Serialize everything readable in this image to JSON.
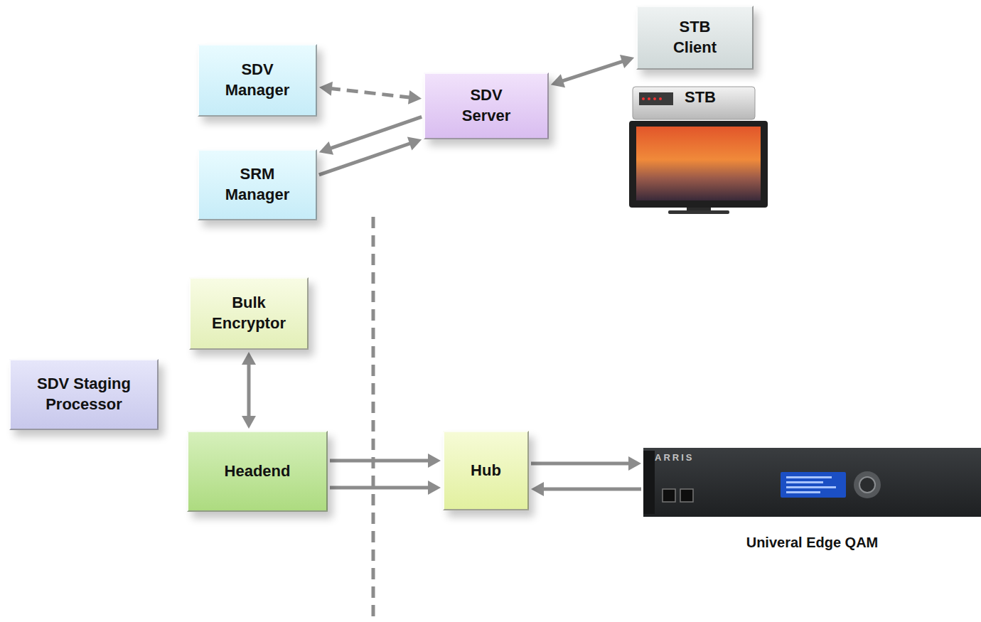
{
  "diagram": {
    "nodes": [
      {
        "text": [
          "SDV Manager"
        ]
      },
      {
        "text": [
          "SDV Server"
        ]
      },
      {
        "text": [
          "STB Client"
        ]
      },
      {
        "text": [
          "SRM Manager"
        ]
      },
      {
        "text": [
          "Bulk Encryptor"
        ]
      },
      {
        "text": [
          "SDV Staging Processor"
        ]
      },
      {
        "text": [
          "Headend"
        ]
      },
      {
        "text": [
          "Hub"
        ]
      },
      {
        "text": [
          "Univeral Edge QAM"
        ]
      }
    ],
    "edges": [
      {
        "from": 0,
        "to": 1,
        "arrow": "both"
      },
      {
        "from": 1,
        "to": 2,
        "arrow": "both"
      },
      {
        "from": 1,
        "to": 3,
        "arrow": "to"
      },
      {
        "from": 3,
        "to": 1,
        "arrow": "to"
      },
      {
        "from": 4,
        "to": 6,
        "arrow": "both"
      },
      {
        "from": 6,
        "to": 7,
        "arrow": "to"
      },
      {
        "from": 6,
        "to": 7,
        "arrow": "to"
      },
      {
        "from": 7,
        "to": 8,
        "arrow": "to"
      },
      {
        "from": 8,
        "to": 7,
        "arrow": "to"
      }
    ],
    "labels": [
      "STB",
      "ARRIS"
    ]
  }
}
